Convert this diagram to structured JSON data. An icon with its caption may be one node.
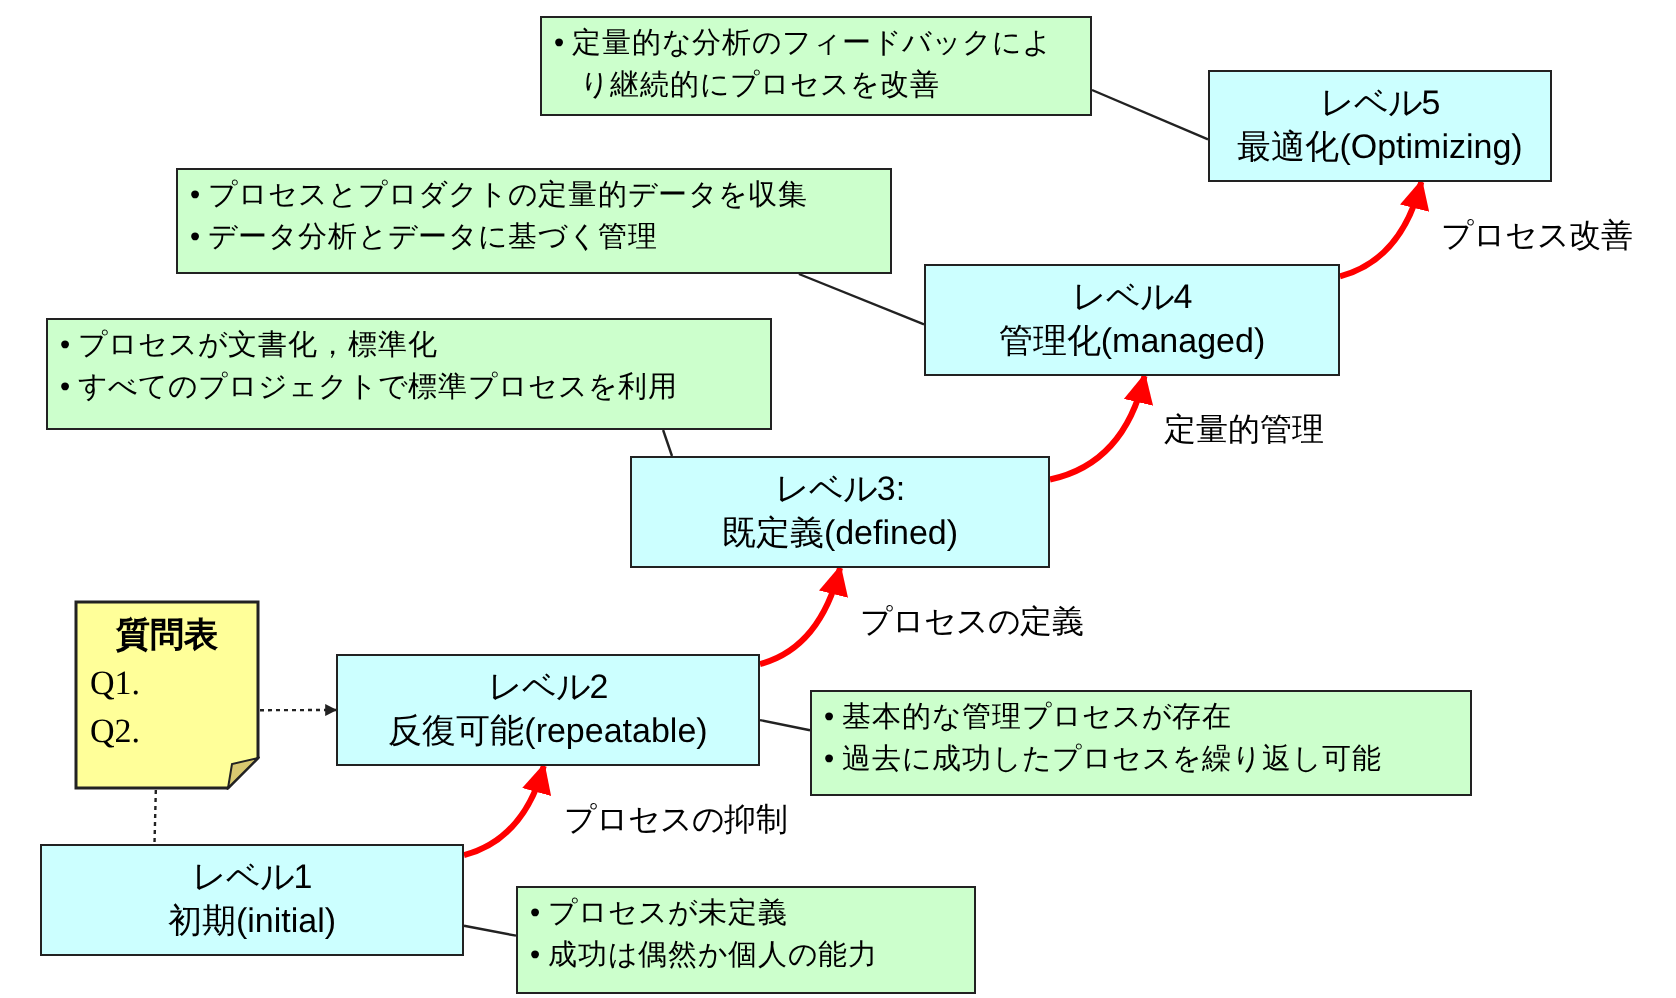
{
  "diagram": {
    "nodes": [
      {
        "text": [
          "• 定量的な分析のフィードバックにより継続的にプロセスを改善"
        ]
      },
      {
        "text": [
          "レベル5",
          "最適化(Optimizing)"
        ]
      },
      {
        "text": [
          "• プロセスとプロダクトの定量的データを収集",
          "• データ分析とデータに基づく管理"
        ]
      },
      {
        "text": [
          "レベル4",
          "管理化(managed)"
        ]
      },
      {
        "text": [
          "• プロセスが文書化，標準化",
          "• すべてのプロジェクトで標準プロセスを利用"
        ]
      },
      {
        "text": [
          "レベル3:",
          "既定義(defined)"
        ]
      },
      {
        "text": [
          "質問表",
          "Q1.",
          "Q2."
        ]
      },
      {
        "text": [
          "レベル2",
          "反復可能(repeatable)"
        ]
      },
      {
        "text": [
          "• 基本的な管理プロセスが存在",
          "• 過去に成功したプロセスを繰り返し可能"
        ]
      },
      {
        "text": [
          "レベル1",
          "初期(initial)"
        ]
      },
      {
        "text": [
          "• プロセスが未定義",
          "• 成功は偶然か個人の能力"
        ]
      }
    ],
    "edges": [
      {
        "from": 9,
        "to": 7,
        "arrow": "to",
        "label": "プロセスの抑制",
        "style": "thick",
        "color": "#ff0000"
      },
      {
        "from": 7,
        "to": 5,
        "arrow": "to",
        "label": "プロセスの定義",
        "style": "thick",
        "color": "#ff0000"
      },
      {
        "from": 5,
        "to": 3,
        "arrow": "to",
        "label": "定量的管理",
        "style": "thick",
        "color": "#ff0000"
      },
      {
        "from": 3,
        "to": 1,
        "arrow": "to",
        "label": "プロセス改善",
        "style": "thick",
        "color": "#ff0000"
      },
      {
        "from": 6,
        "to": 7,
        "arrow": "to",
        "style": "dashed"
      },
      {
        "from": 6,
        "to": 9,
        "arrow": "none",
        "style": "dashed"
      },
      {
        "from": 0,
        "to": 1,
        "arrow": "none"
      },
      {
        "from": 2,
        "to": 3,
        "arrow": "none"
      },
      {
        "from": 4,
        "to": 5,
        "arrow": "none"
      },
      {
        "from": 8,
        "to": 7,
        "arrow": "none"
      },
      {
        "from": 10,
        "to": 9,
        "arrow": "none"
      }
    ]
  }
}
